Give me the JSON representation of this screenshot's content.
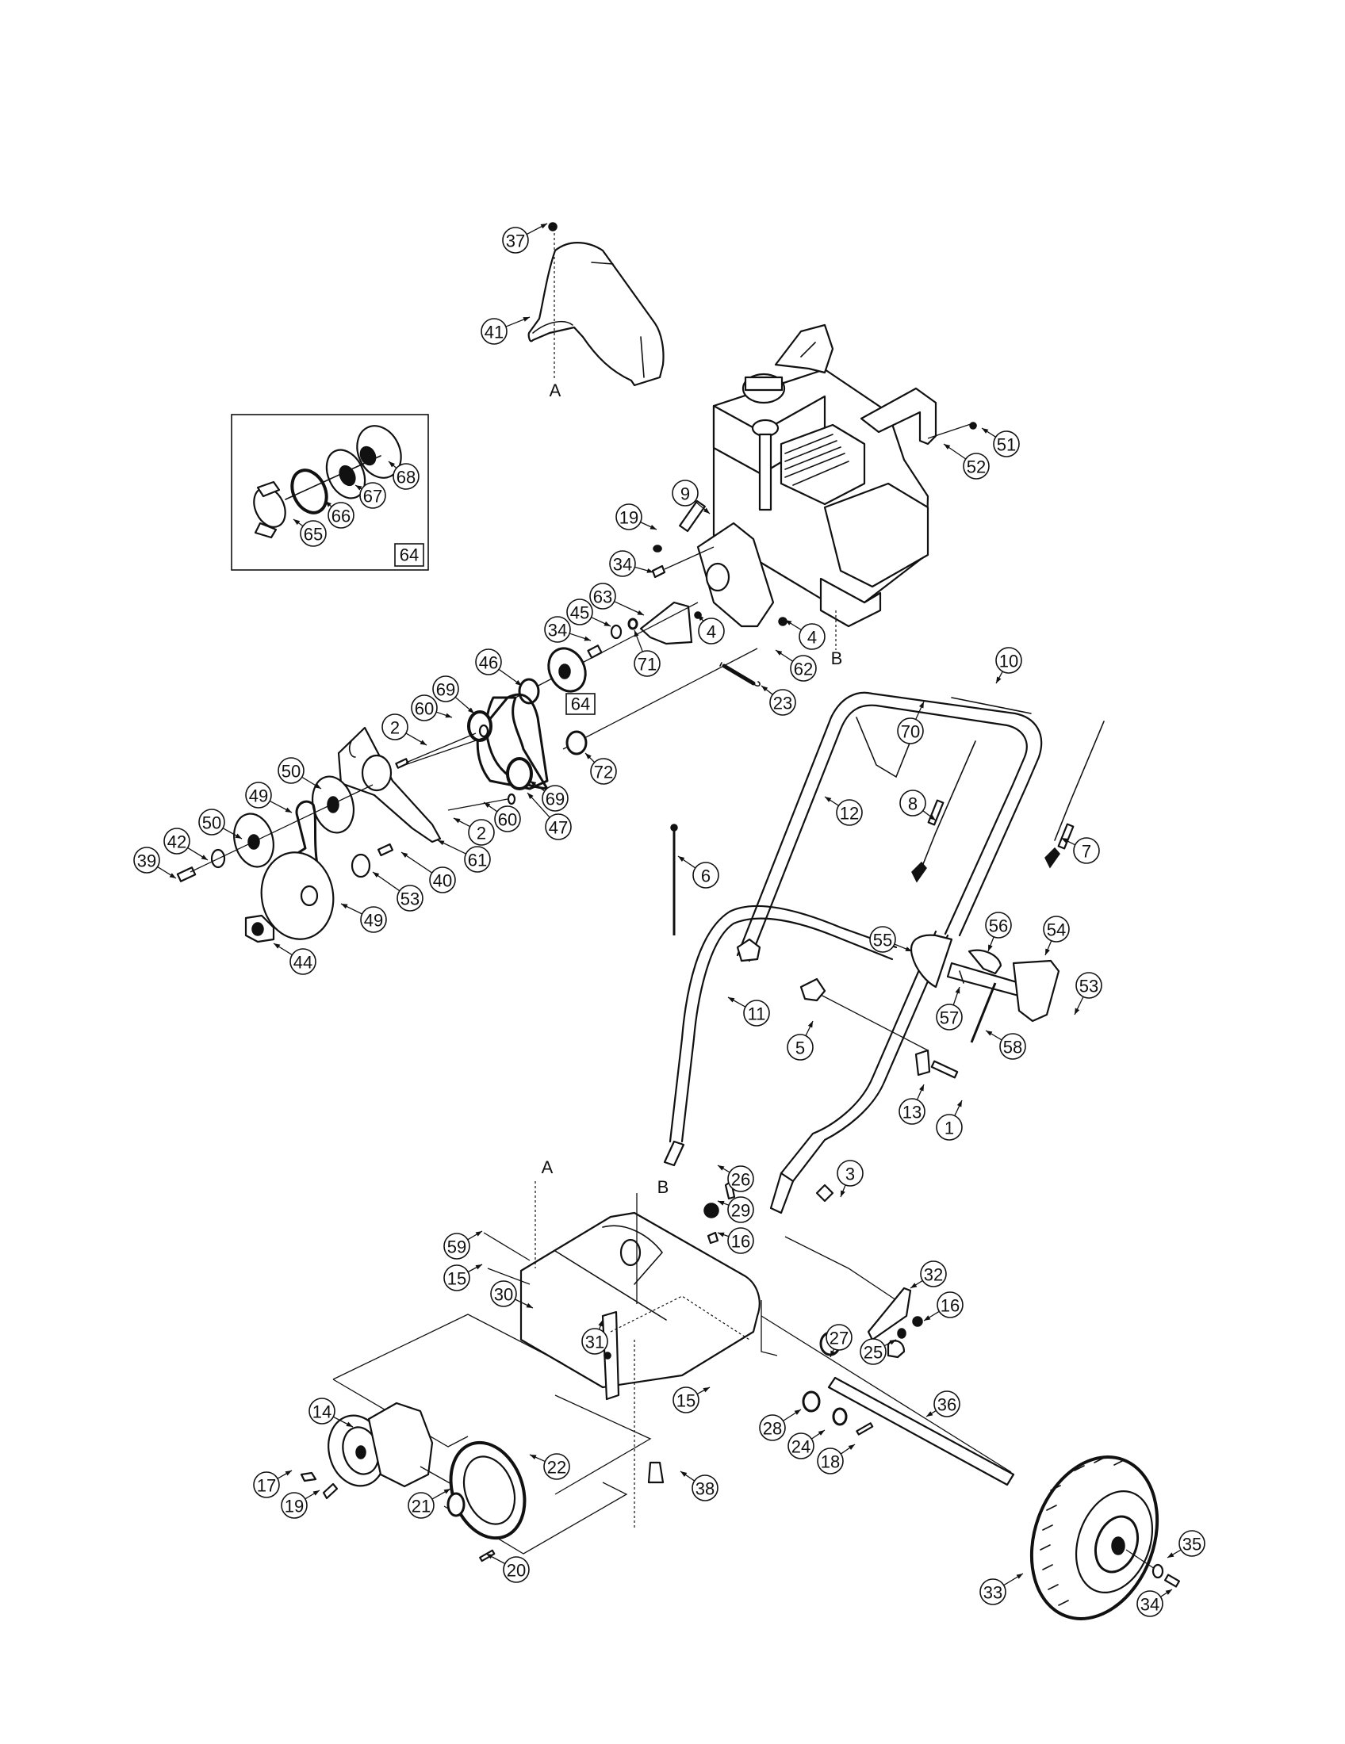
{
  "diagram": {
    "title": "Snow thrower drive / frame / handle exploded parts view",
    "reference_letters": [
      "A",
      "B",
      "A",
      "B"
    ],
    "inset": {
      "assembly_number": "64",
      "items": [
        "65",
        "66",
        "67",
        "68"
      ]
    },
    "subassembly_box_label": "64",
    "callouts": [
      "37",
      "41",
      "51",
      "52",
      "9",
      "19",
      "34",
      "63",
      "45",
      "34",
      "4",
      "4",
      "71",
      "62",
      "46",
      "23",
      "10",
      "70",
      "69",
      "60",
      "2",
      "72",
      "50",
      "69",
      "47",
      "60",
      "2",
      "12",
      "8",
      "49",
      "7",
      "61",
      "40",
      "50",
      "42",
      "39",
      "53",
      "6",
      "49",
      "44",
      "55",
      "56",
      "54",
      "53",
      "57",
      "11",
      "5",
      "58",
      "13",
      "1",
      "26",
      "3",
      "29",
      "16",
      "59",
      "15",
      "30",
      "32",
      "16",
      "27",
      "25",
      "31",
      "15",
      "36",
      "14",
      "28",
      "24",
      "18",
      "22",
      "38",
      "17",
      "19",
      "21",
      "20",
      "35",
      "33",
      "34",
      "68",
      "67",
      "66",
      "65"
    ],
    "colors": {
      "ink": "#111111",
      "paper": "#ffffff"
    }
  }
}
